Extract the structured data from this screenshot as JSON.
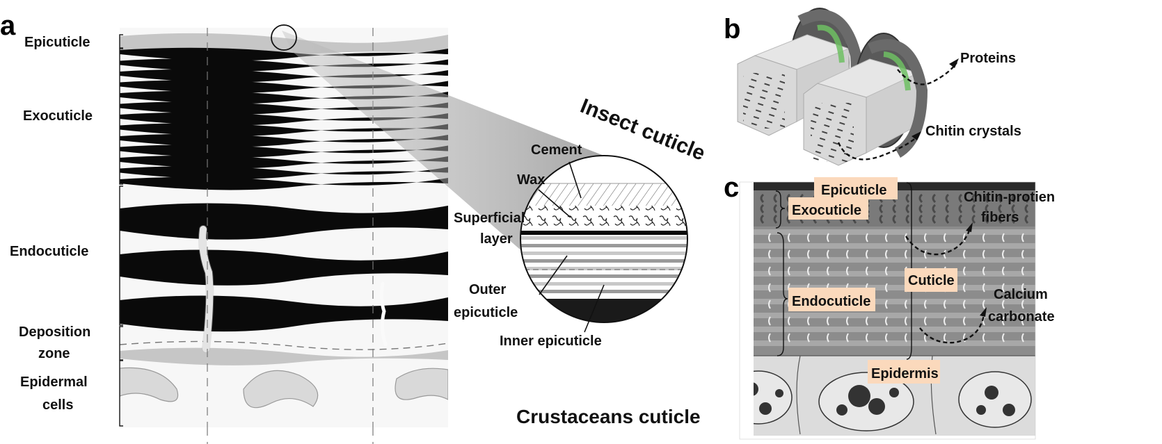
{
  "figure": {
    "panels": [
      {
        "id": "a",
        "panel_label": "a",
        "layer_labels": [
          "Epicuticle",
          "Exocuticle",
          "Endocuticle",
          "Deposition",
          "zone",
          "Epidermal",
          "cells"
        ],
        "inset_title": "Insect cuticle",
        "inset_labels": [
          "Cement",
          "Wax",
          "Superficial",
          "layer",
          "Outer",
          "epicuticle",
          "Inner epicuticle"
        ]
      },
      {
        "id": "b",
        "panel_label": "b",
        "callouts": [
          "Proteins",
          "Chitin crystals"
        ]
      },
      {
        "id": "c",
        "panel_label": "c",
        "layer_labels": [
          "Epicuticle",
          "Exocuticle",
          "Endocuticle",
          "Cuticle",
          "Epidermis"
        ],
        "callouts": [
          "Chitin-protien",
          "fibers",
          "Calcium",
          "carbonate"
        ],
        "caption": "Crustaceans cuticle"
      }
    ],
    "colors": {
      "label_highlight": "#fbd9bc",
      "protein_green": "#6fbf63",
      "crystal_gray": "#d9d9d9",
      "band_black": "#0a0a0a",
      "epicuticle_gray": "#c4c4c4"
    }
  }
}
